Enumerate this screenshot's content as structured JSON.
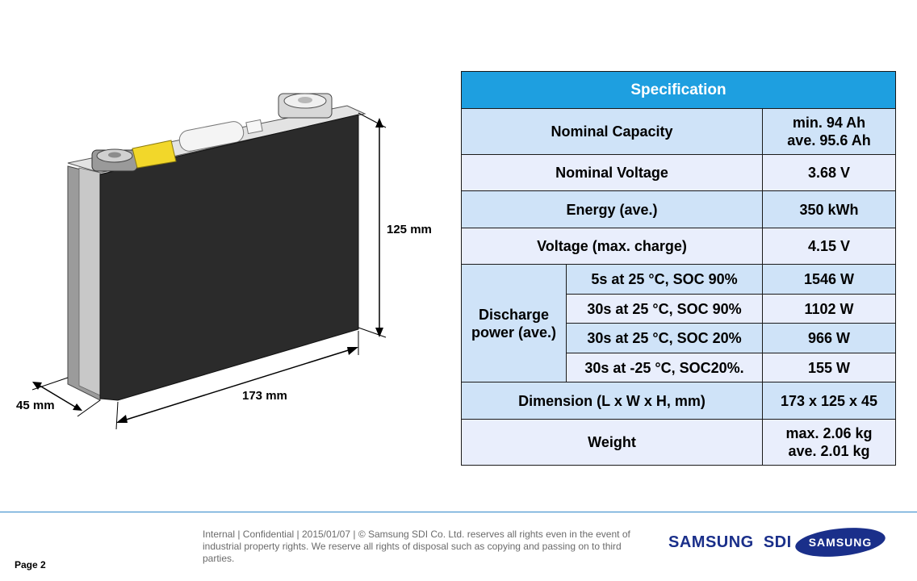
{
  "figure": {
    "dim_height": "125 mm",
    "dim_length": "173 mm",
    "dim_width": "45 mm"
  },
  "spec": {
    "header": "Specification",
    "nominal_capacity": {
      "label": "Nominal Capacity",
      "value_line1": "min. 94 Ah",
      "value_line2": "ave. 95.6 Ah"
    },
    "nominal_voltage": {
      "label": "Nominal Voltage",
      "value": "3.68 V"
    },
    "energy": {
      "label": "Energy (ave.)",
      "value": "350 kWh"
    },
    "voltage_max": {
      "label": "Voltage (max. charge)",
      "value": "4.15 V"
    },
    "discharge": {
      "label_line1": "Discharge",
      "label_line2": "power (ave.)",
      "rows": [
        {
          "condition": "5s at 25 °C, SOC 90%",
          "value": "1546 W"
        },
        {
          "condition": "30s at  25 °C, SOC 90%",
          "value": "1102 W"
        },
        {
          "condition": "30s at 25 °C, SOC 20%",
          "value": "966 W"
        },
        {
          "condition": "30s at -25 °C, SOC20%.",
          "value": "155 W"
        }
      ]
    },
    "dimension": {
      "label": "Dimension (L x W x H, mm)",
      "value": "173 x 125 x 45"
    },
    "weight": {
      "label": "Weight",
      "value_line1": "max. 2.06 kg",
      "value_line2": "ave. 2.01 kg"
    }
  },
  "footer": {
    "page": "Page 2",
    "notice": "Internal | Confidential | 2015/01/07 | © Samsung SDI Co. Ltd. reserves all rights even in the event of industrial property rights. We reserve all rights of disposal such as copying and passing on to third parties.",
    "brand_text": "SAMSUNG  SDI",
    "logo_text": "SAMSUNG"
  },
  "colors": {
    "header_blue": "#1e9fe0",
    "row_light": "#cfe3f8",
    "row_lighter": "#e9eefc",
    "brand_navy": "#1a2f8a",
    "footer_line": "#2e86c9"
  }
}
